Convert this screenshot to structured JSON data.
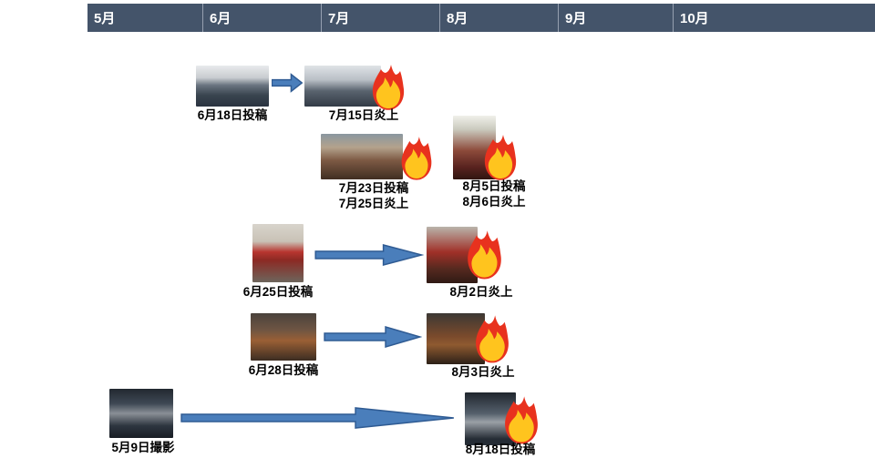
{
  "header": {
    "months": [
      "5月",
      "6月",
      "7月",
      "8月",
      "9月",
      "10月"
    ]
  },
  "events": {
    "e1": {
      "post": "6月18日投稿",
      "flame": "7月15日炎上"
    },
    "e2": {
      "post": "7月23日投稿",
      "flame": "7月25日炎上"
    },
    "e3": {
      "post": "8月5日投稿",
      "flame": "8月6日炎上"
    },
    "e4": {
      "post": "6月25日投稿",
      "flame": "8月2日炎上"
    },
    "e5": {
      "post": "6月28日投稿",
      "flame": "8月3日炎上"
    },
    "e6": {
      "shot": "5月9日撮影",
      "post": "8月18日投稿"
    }
  },
  "icons": {
    "flame": "fire-icon",
    "arrow": "block-arrow-right-icon"
  },
  "colors": {
    "header_bg": "#44546A",
    "header_text": "#FFFFFF",
    "arrow_fill": "#4A7EBB",
    "arrow_border": "#2F5B93",
    "flame_outer": "#E8321E",
    "flame_inner": "#FFC41E",
    "label_text": "#000000",
    "background": "#FFFFFF"
  }
}
